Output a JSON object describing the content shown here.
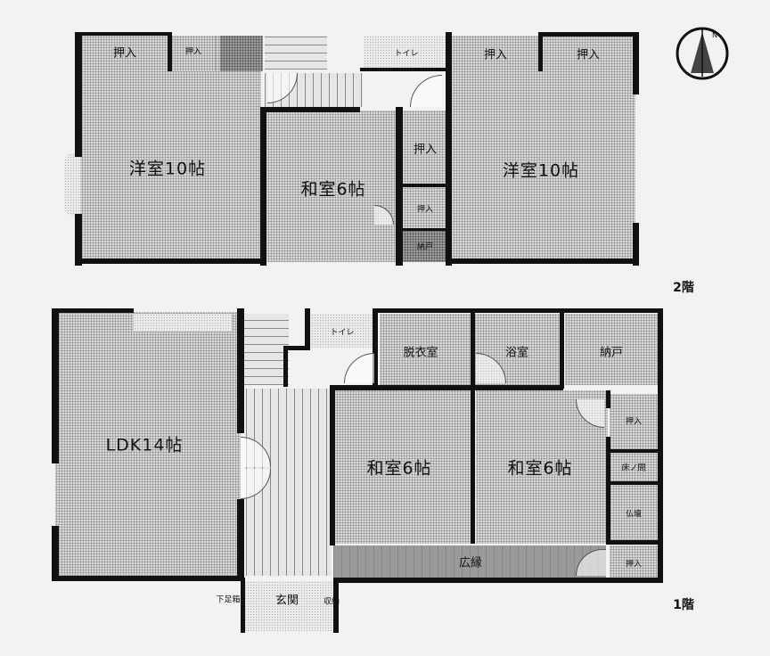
{
  "compass": {
    "north_label": "N"
  },
  "floor2": {
    "floor_label": "2階",
    "rooms": {
      "western_left": "洋室10帖",
      "japanese": "和室6帖",
      "western_right": "洋室10帖"
    },
    "storage": {
      "oshiire_top_left": "押入",
      "small_closet_top_left": "押入",
      "toilet": "トイレ",
      "oshiire_top_mid": "押入",
      "oshiire_top_right": "押入",
      "oshiire_mid_1": "押入",
      "oshiire_mid_2": "押入",
      "pantry": "納戸"
    }
  },
  "floor1": {
    "floor_label": "1階",
    "rooms": {
      "ldk": "LDK14帖",
      "japanese_left": "和室6帖",
      "japanese_right": "和室6帖"
    },
    "utility": {
      "toilet": "トイレ",
      "dressing": "脱衣室",
      "bath": "浴室",
      "pantry": "納戸",
      "oshiire_1": "押入",
      "alcove": "床ノ間",
      "buddhist_altar": "仏壇",
      "oshiire_2": "押入",
      "corridor": "広縁",
      "entrance": "玄関",
      "shoe_box": "下足箱",
      "storage_small": "収納"
    }
  }
}
